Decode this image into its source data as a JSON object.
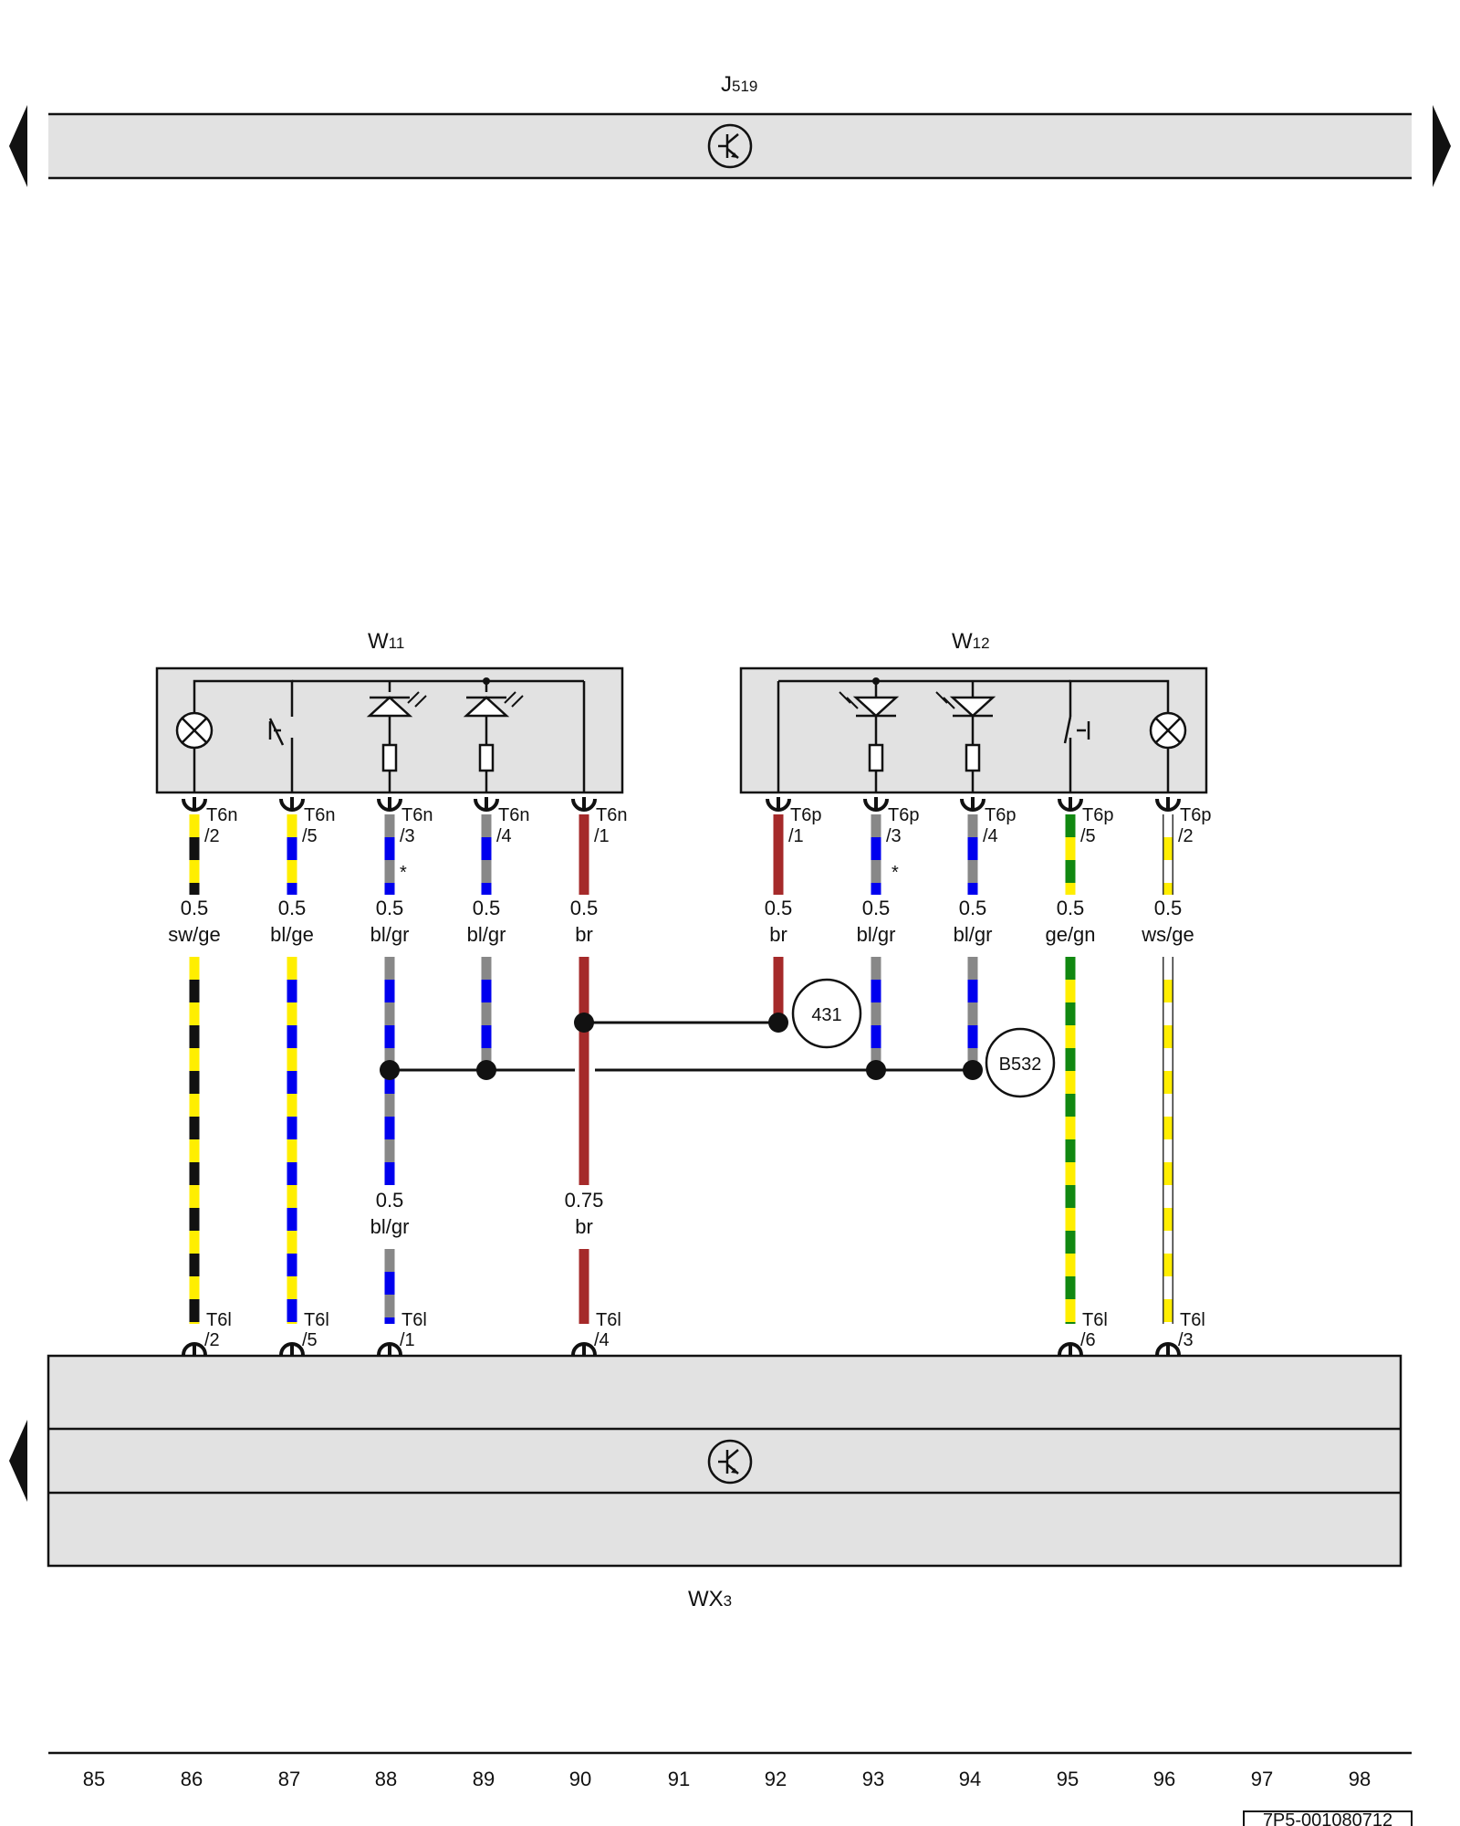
{
  "components": {
    "top_module": {
      "letter": "J",
      "sub": "519"
    },
    "bottom_module": {
      "letter": "WX",
      "sub": "3"
    },
    "w11": {
      "letter": "W",
      "sub": "11"
    },
    "w12": {
      "letter": "W",
      "sub": "12"
    }
  },
  "wires": [
    {
      "id": "w86",
      "top_conn": "T6n",
      "top_pin": "/2",
      "gauge": "0.5",
      "color": "sw/ge",
      "c1": "#111111",
      "c2": "#ffee00",
      "bottom_conn": "T6l",
      "bottom_pin": "/2"
    },
    {
      "id": "w87",
      "top_conn": "T6n",
      "top_pin": "/5",
      "gauge": "0.5",
      "color": "bl/ge",
      "c1": "#0000ee",
      "c2": "#ffee00",
      "bottom_conn": "T6l",
      "bottom_pin": "/5"
    },
    {
      "id": "w88",
      "top_conn": "T6n",
      "top_pin": "/3",
      "gauge": "0.5",
      "color": "bl/gr",
      "c1": "#0000ee",
      "c2": "#888888",
      "star": "*",
      "lower_gauge": "0.5",
      "lower_color": "bl/gr",
      "bottom_conn": "T6l",
      "bottom_pin": "/1"
    },
    {
      "id": "w89",
      "top_conn": "T6n",
      "top_pin": "/4",
      "gauge": "0.5",
      "color": "bl/gr",
      "c1": "#0000ee",
      "c2": "#888888"
    },
    {
      "id": "w90",
      "top_conn": "T6n",
      "top_pin": "/1",
      "gauge": "0.5",
      "color": "br",
      "c1": "#a52a2a",
      "c2": "#a52a2a",
      "lower_gauge": "0.75",
      "lower_color": "br",
      "bottom_conn": "T6l",
      "bottom_pin": "/4"
    },
    {
      "id": "w92",
      "top_conn": "T6p",
      "top_pin": "/1",
      "gauge": "0.5",
      "color": "br",
      "c1": "#a52a2a",
      "c2": "#a52a2a"
    },
    {
      "id": "w93",
      "top_conn": "T6p",
      "top_pin": "/3",
      "gauge": "0.5",
      "color": "bl/gr",
      "c1": "#0000ee",
      "c2": "#888888",
      "star": "*"
    },
    {
      "id": "w94",
      "top_conn": "T6p",
      "top_pin": "/4",
      "gauge": "0.5",
      "color": "bl/gr",
      "c1": "#0000ee",
      "c2": "#888888"
    },
    {
      "id": "w95",
      "top_conn": "T6p",
      "top_pin": "/5",
      "gauge": "0.5",
      "color": "ge/gn",
      "c1": "#ffee00",
      "c2": "#118811",
      "bottom_conn": "T6l",
      "bottom_pin": "/6"
    },
    {
      "id": "w96",
      "top_conn": "T6p",
      "top_pin": "/2",
      "gauge": "0.5",
      "color": "ws/ge",
      "c1": "#ffffff",
      "c2": "#ffee00",
      "bottom_conn": "T6l",
      "bottom_pin": "/3"
    }
  ],
  "grounds": {
    "g431": "431",
    "gB532": "B532"
  },
  "ruler": [
    "85",
    "86",
    "87",
    "88",
    "89",
    "90",
    "91",
    "92",
    "93",
    "94",
    "95",
    "96",
    "97",
    "98"
  ],
  "doc_id": "7P5-001080712"
}
